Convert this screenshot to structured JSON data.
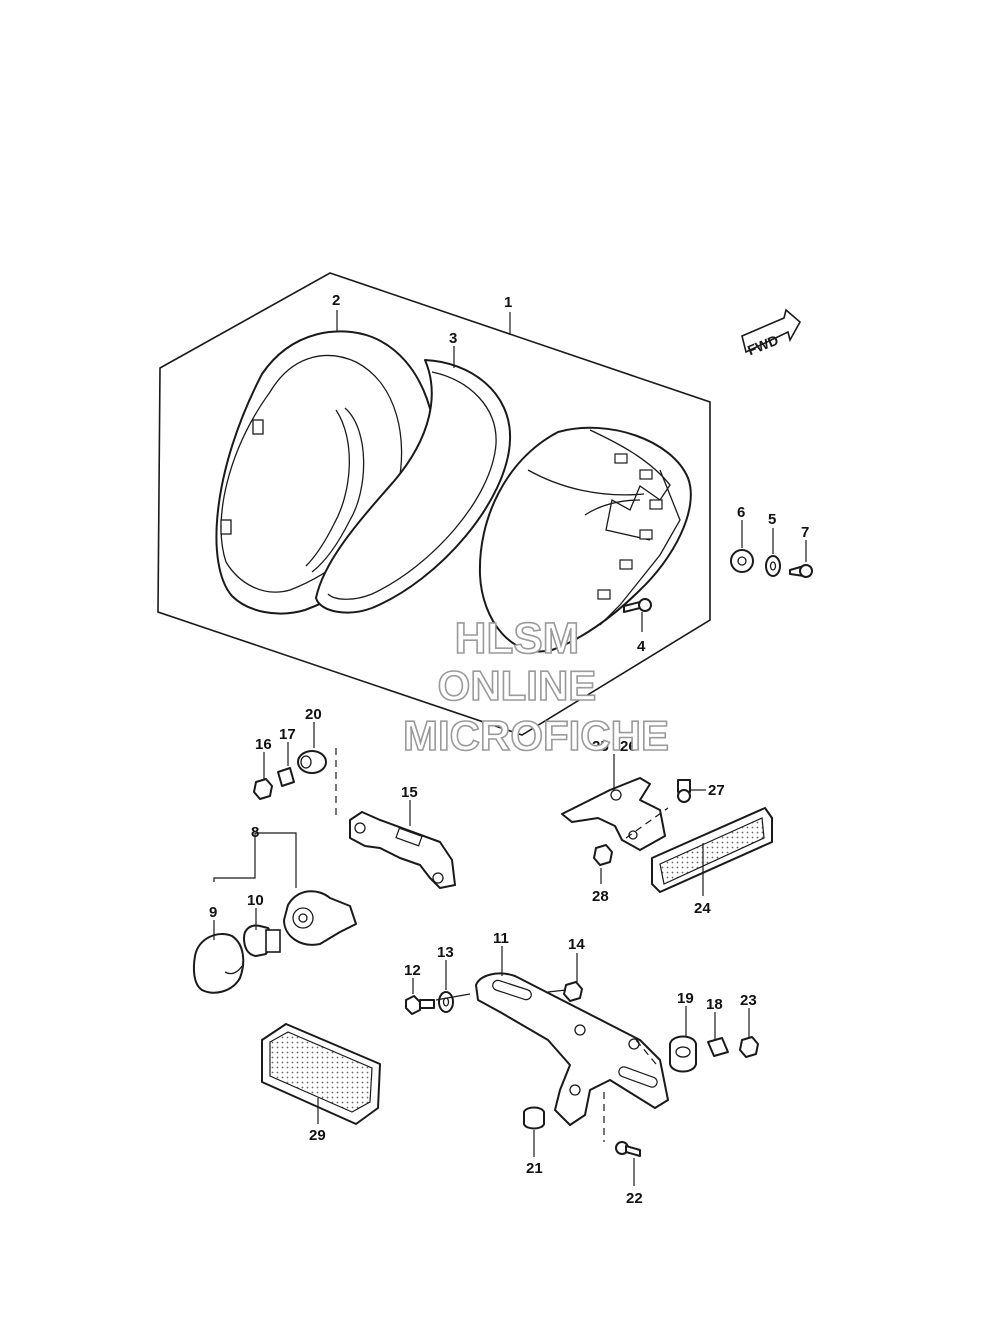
{
  "watermark": {
    "line1": "HLSM",
    "line2": "ONLINE",
    "line3": "MICROFICHE"
  },
  "fwd_badge": "FWD",
  "callouts": [
    {
      "id": "c1",
      "text": "1"
    },
    {
      "id": "c2",
      "text": "2"
    },
    {
      "id": "c3",
      "text": "3"
    },
    {
      "id": "c4",
      "text": "4"
    },
    {
      "id": "c5",
      "text": "5"
    },
    {
      "id": "c6",
      "text": "6"
    },
    {
      "id": "c7",
      "text": "7"
    },
    {
      "id": "c8",
      "text": "8"
    },
    {
      "id": "c9",
      "text": "9"
    },
    {
      "id": "c10",
      "text": "10"
    },
    {
      "id": "c11",
      "text": "11"
    },
    {
      "id": "c12",
      "text": "12"
    },
    {
      "id": "c13",
      "text": "13"
    },
    {
      "id": "c14",
      "text": "14"
    },
    {
      "id": "c15",
      "text": "15"
    },
    {
      "id": "c16",
      "text": "16"
    },
    {
      "id": "c17",
      "text": "17"
    },
    {
      "id": "c18",
      "text": "18"
    },
    {
      "id": "c19",
      "text": "19"
    },
    {
      "id": "c20",
      "text": "20"
    },
    {
      "id": "c21",
      "text": "21"
    },
    {
      "id": "c22",
      "text": "22"
    },
    {
      "id": "c23",
      "text": "23"
    },
    {
      "id": "c24",
      "text": "24"
    },
    {
      "id": "c25",
      "text": "25"
    },
    {
      "id": "c26",
      "text": "26"
    },
    {
      "id": "c27",
      "text": "27"
    },
    {
      "id": "c28",
      "text": "28"
    },
    {
      "id": "c29",
      "text": "29"
    }
  ]
}
